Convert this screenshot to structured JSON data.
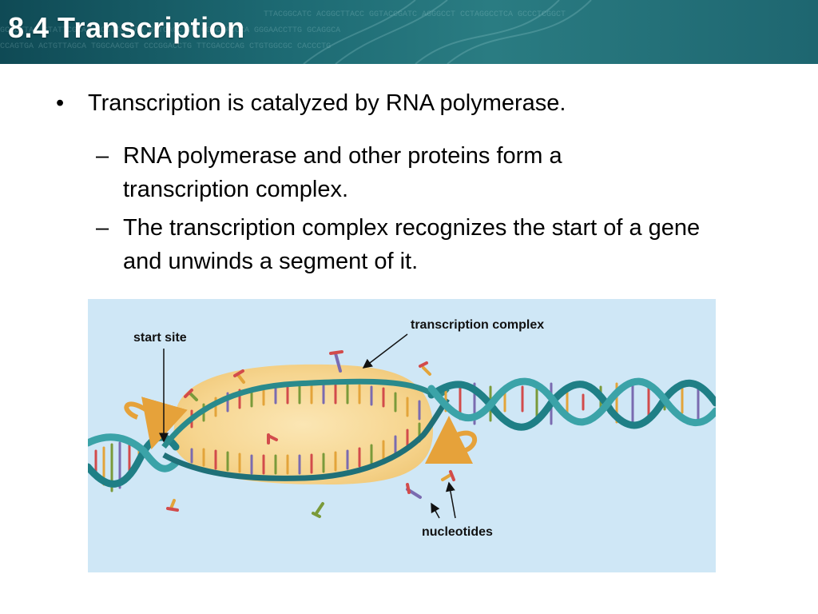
{
  "header": {
    "title": "8.4 Transcription",
    "background_color": "#1d6a73"
  },
  "content": {
    "bullet_1": {
      "marker": "•",
      "text": "Transcription is catalyzed by RNA polymerase."
    },
    "sub_bullets": [
      {
        "marker": "–",
        "text": "RNA polymerase and other proteins form a transcription complex."
      },
      {
        "marker": "–",
        "text": "The transcription complex recognizes the start of a gene and unwinds a segment of it."
      }
    ]
  },
  "figure": {
    "labels": {
      "start_site": "start site",
      "transcription_complex": "transcription complex",
      "nucleotides": "nucleotides"
    },
    "colors": {
      "background": "#cfe7f6",
      "complex_blob": "#f8dc9a",
      "dna_backbone": "#2d8a8c",
      "arrow_orange": "#e6a23a"
    }
  }
}
